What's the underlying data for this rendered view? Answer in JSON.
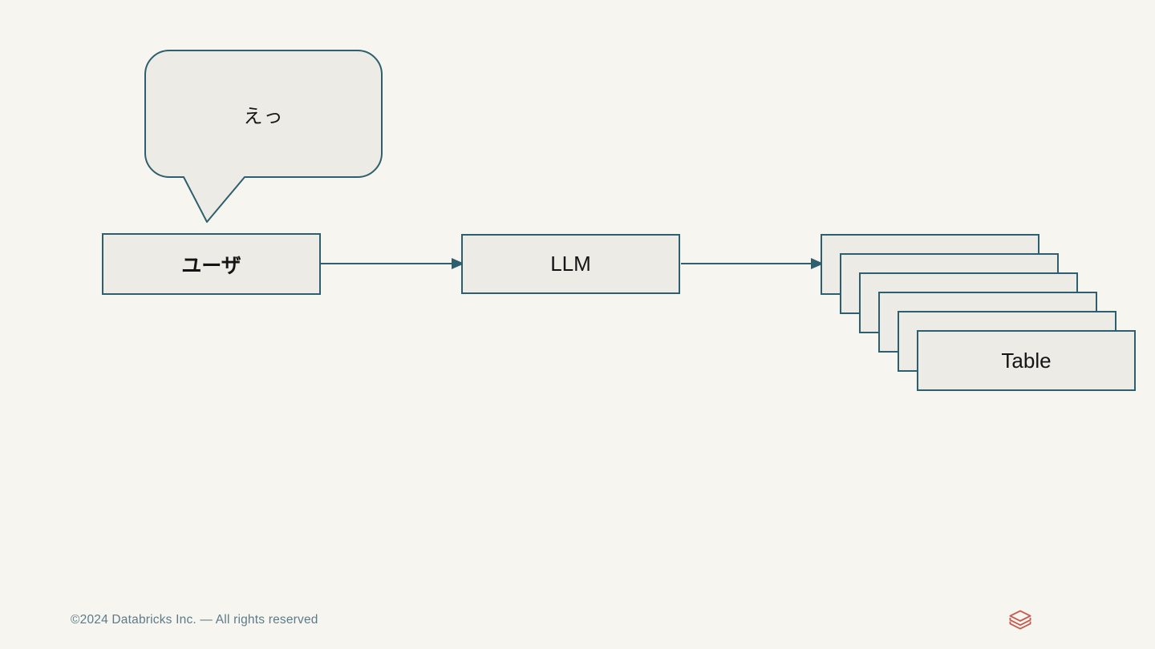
{
  "slide": {
    "background_color": "#f7f5ef",
    "accent_border_color": "#2e5f6e",
    "box_fill_color": "#ecebe5",
    "footer_text_color": "#5c7b8a",
    "logo_color": "#c65a4e"
  },
  "speech_bubble": {
    "text": "えっ"
  },
  "nodes": {
    "user": {
      "label": "ユーザ"
    },
    "llm": {
      "label": "LLM"
    },
    "table_stack": {
      "front_label": "Table",
      "layer_count": 6
    }
  },
  "footer": {
    "copyright": "©2024 Databricks Inc. — All rights reserved",
    "logo_icon": "databricks-layers-icon"
  }
}
